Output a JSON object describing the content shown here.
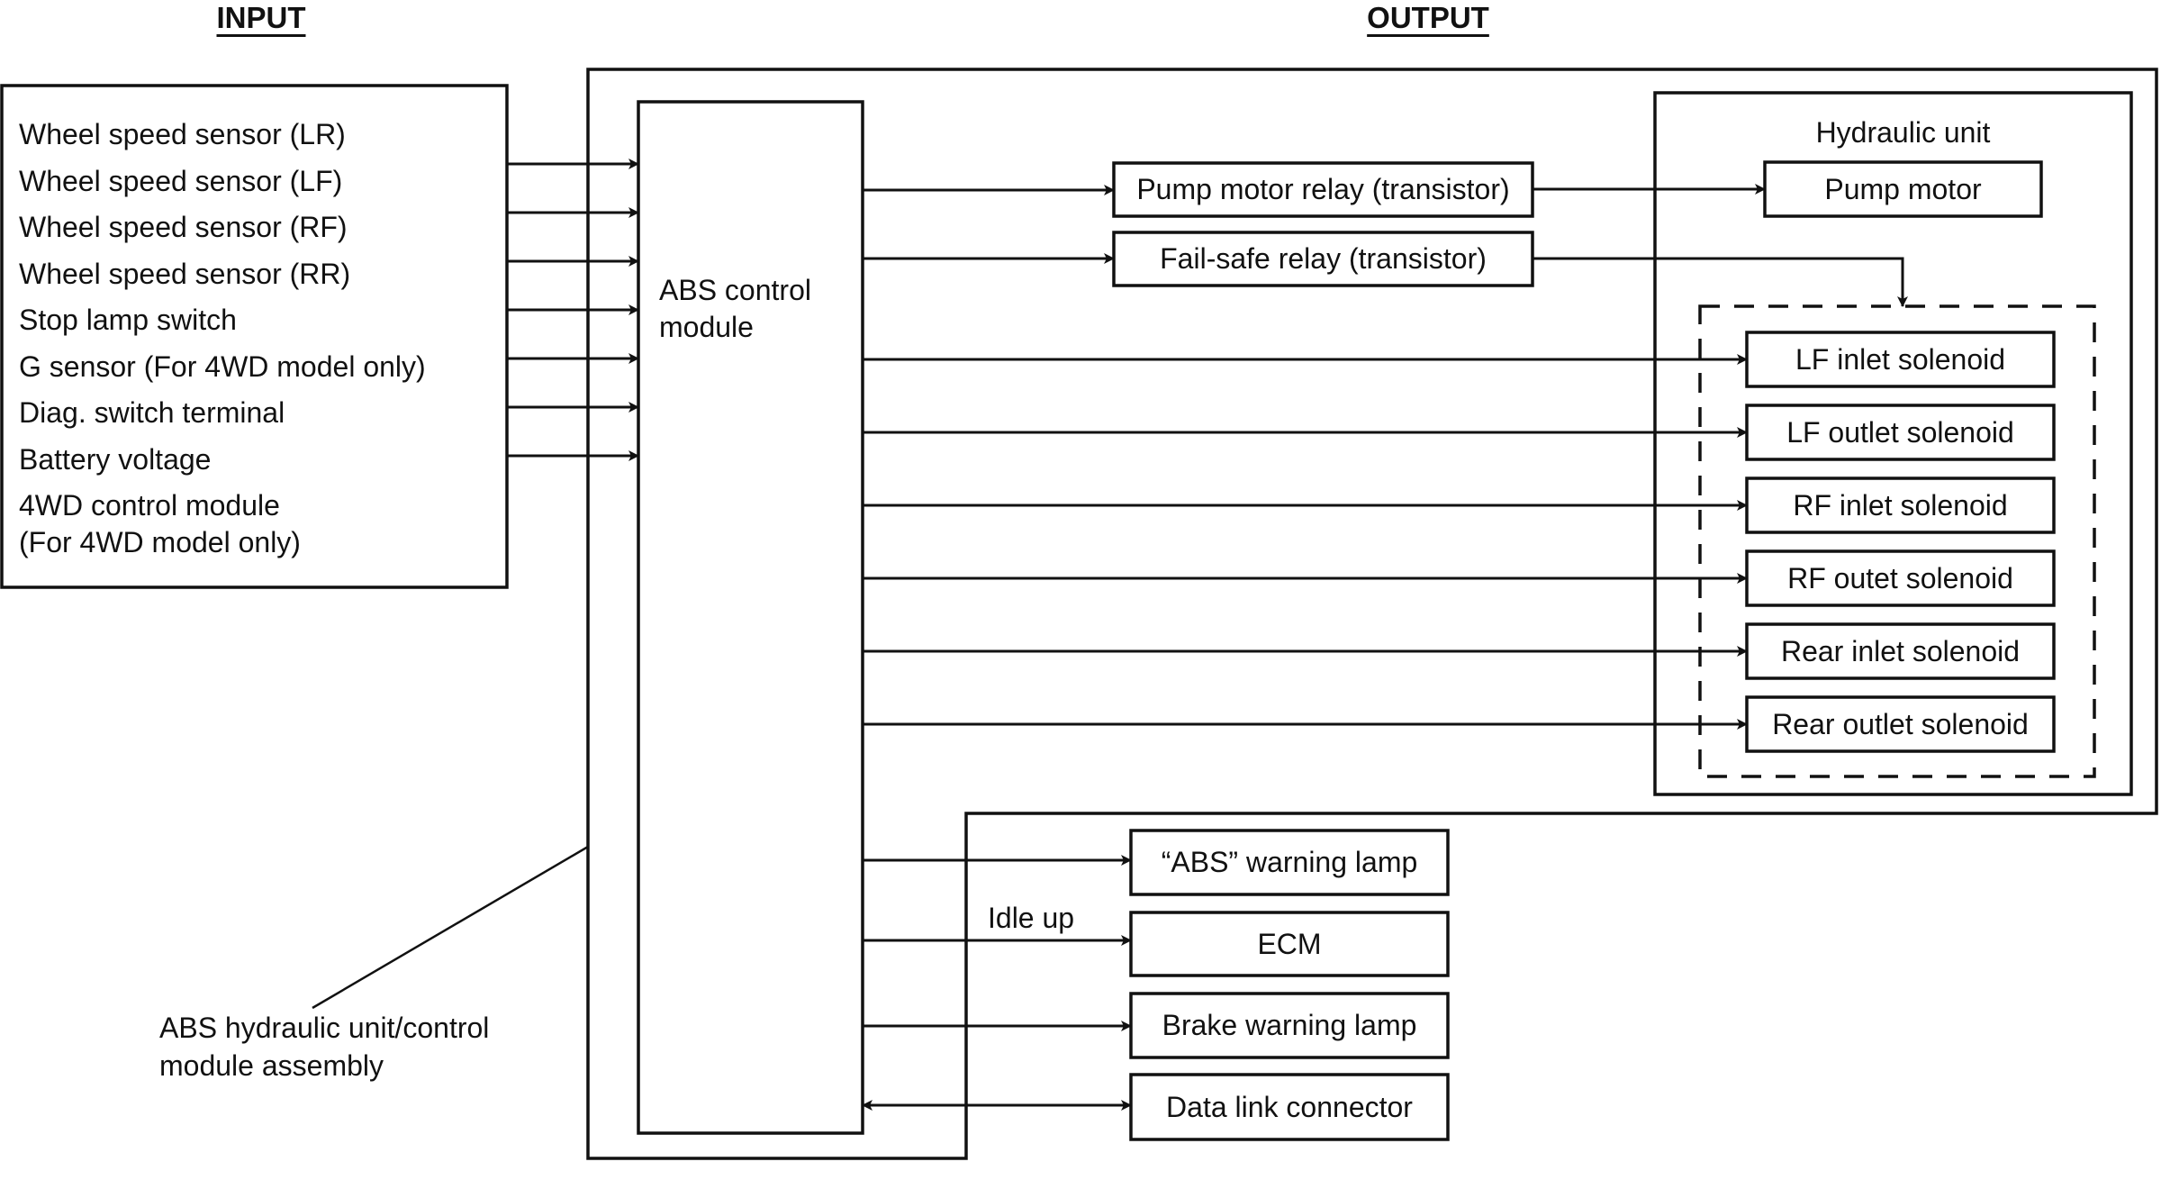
{
  "headers": {
    "input": "INPUT",
    "output": "OUTPUT"
  },
  "inputs": [
    "Wheel speed sensor (LR)",
    "Wheel speed sensor (LF)",
    "Wheel speed sensor (RF)",
    "Wheel speed sensor (RR)",
    "Stop lamp switch",
    "G sensor (For 4WD model only)",
    "Diag. switch terminal",
    "Battery voltage",
    "4WD control module",
    "(For 4WD model only)"
  ],
  "control_module": {
    "line1": "ABS control",
    "line2": "module"
  },
  "relays": {
    "pump": "Pump motor relay (transistor)",
    "failsafe": "Fail-safe relay (transistor)"
  },
  "hydraulic_unit": {
    "title": "Hydraulic unit",
    "pump_motor": "Pump motor",
    "solenoids": [
      "LF inlet solenoid",
      "LF outlet solenoid",
      "RF inlet solenoid",
      "RF outet solenoid",
      "Rear inlet solenoid",
      "Rear outlet solenoid"
    ]
  },
  "outputs": {
    "abs_lamp": "“ABS” warning lamp",
    "ecm": "ECM",
    "idle_up": "Idle up",
    "brake_lamp": "Brake warning lamp",
    "dlc": "Data link connector"
  },
  "assembly_label": {
    "line1": "ABS hydraulic unit/control",
    "line2": "module assembly"
  }
}
